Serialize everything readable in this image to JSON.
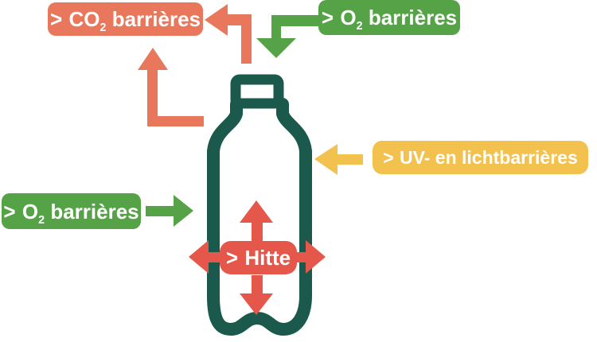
{
  "colors": {
    "salmon": "#E8775C",
    "green": "#55A346",
    "yellow": "#F2C14E",
    "red": "#E4574A",
    "teal": "#1A594B",
    "label_text": "#FFFFFF"
  },
  "labels": {
    "co2": {
      "chevron": ">",
      "prefix": "CO",
      "subscript": "2",
      "suffix": "barrières"
    },
    "o2_top": {
      "chevron": ">",
      "prefix": "O",
      "subscript": "2",
      "suffix": "barrières"
    },
    "o2_left": {
      "chevron": ">",
      "prefix": "O",
      "subscript": "2",
      "suffix": "barrières"
    },
    "uv": {
      "chevron": ">",
      "text": "UV- en lichtbarrières"
    },
    "hitte": {
      "chevron": ">",
      "text": "Hitte"
    }
  },
  "icons": {
    "bottle": "pet-bottle-outline",
    "co2_arrow_top": "elbow-arrow-pointing-left",
    "co2_arrow_side": "elbow-arrow-pointing-up",
    "o2_arrow_top": "elbow-arrow-pointing-down",
    "o2_arrow_left": "arrow-pointing-right",
    "uv_arrow": "arrow-pointing-left",
    "heat_arrows": "four-direction-arrows"
  }
}
